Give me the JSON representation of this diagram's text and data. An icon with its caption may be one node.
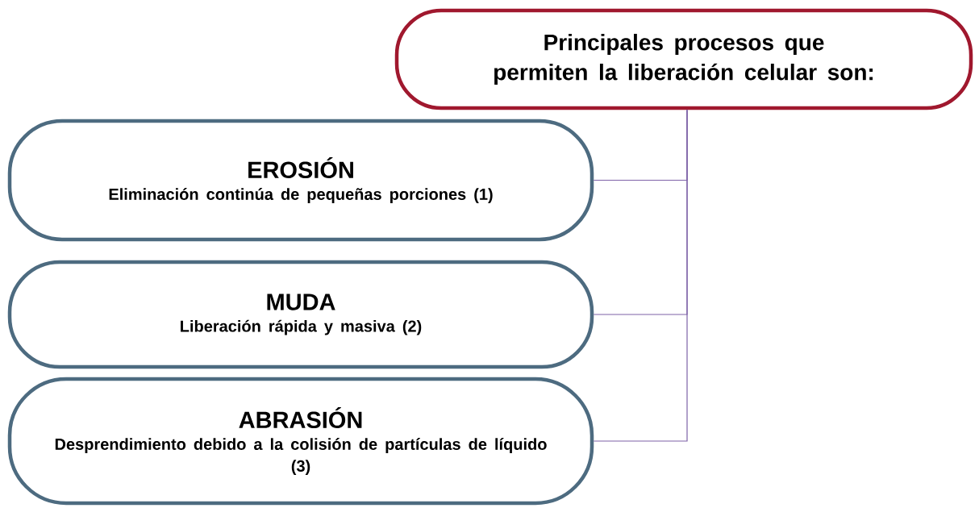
{
  "diagram": {
    "nodes": [
      {
        "text": [
          "Principales procesos que permiten la liberación celular son:"
        ]
      },
      {
        "text": [
          "EROSIÓN",
          "Eliminación continúa de pequeñas porciones (1)"
        ]
      },
      {
        "text": [
          "MUDA",
          "Liberación rápida y masiva (2)"
        ]
      },
      {
        "text": [
          "ABRASIÓN",
          "Desprendimiento debido a la colisión de partículas de líquido (3)"
        ]
      }
    ],
    "edges": [
      {
        "from": 0,
        "to": 1,
        "arrow": "none"
      },
      {
        "from": 0,
        "to": 2,
        "arrow": "none"
      },
      {
        "from": 0,
        "to": 3,
        "arrow": "none"
      }
    ]
  }
}
